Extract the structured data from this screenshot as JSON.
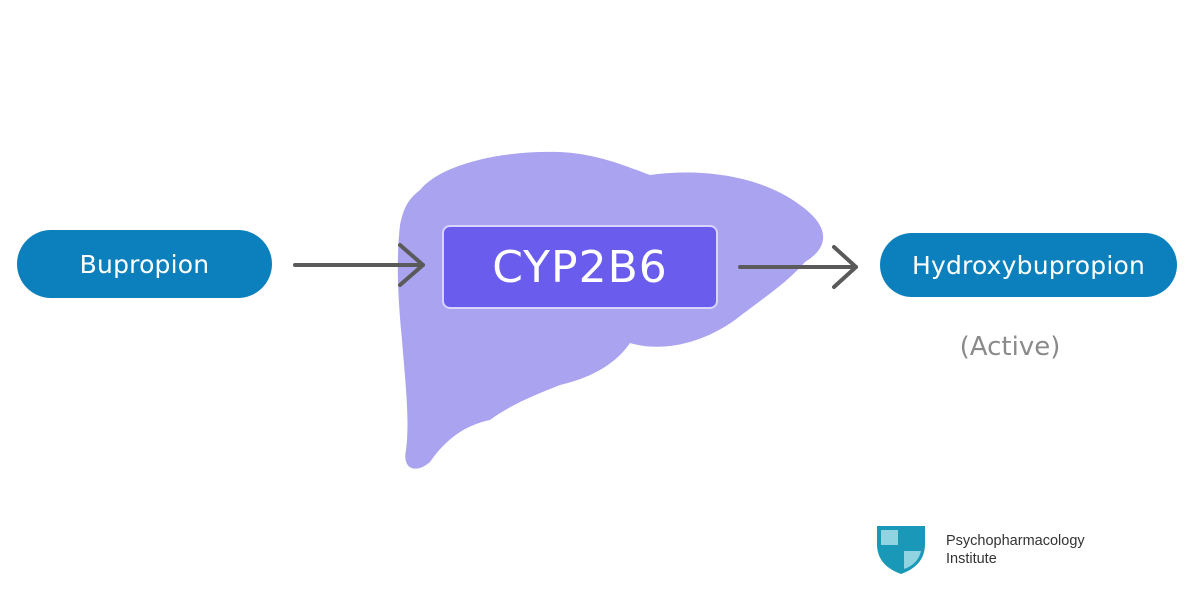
{
  "diagram": {
    "substrate": "Bupropion",
    "enzyme": "CYP2B6",
    "product": "Hydroxybupropion",
    "product_note": "(Active)"
  },
  "brand": {
    "line1": "Psychopharmacology",
    "line2": "Institute",
    "icon": "shield-cross-icon"
  },
  "colors": {
    "pill": "#0c80bd",
    "liver": "#aaa3ef",
    "enzyme_box": "#6a5ced",
    "arrow": "#5a5a5a",
    "note": "#8a8a8a",
    "logo_teal": "#1a98b8",
    "logo_light": "#8fd4e0"
  }
}
